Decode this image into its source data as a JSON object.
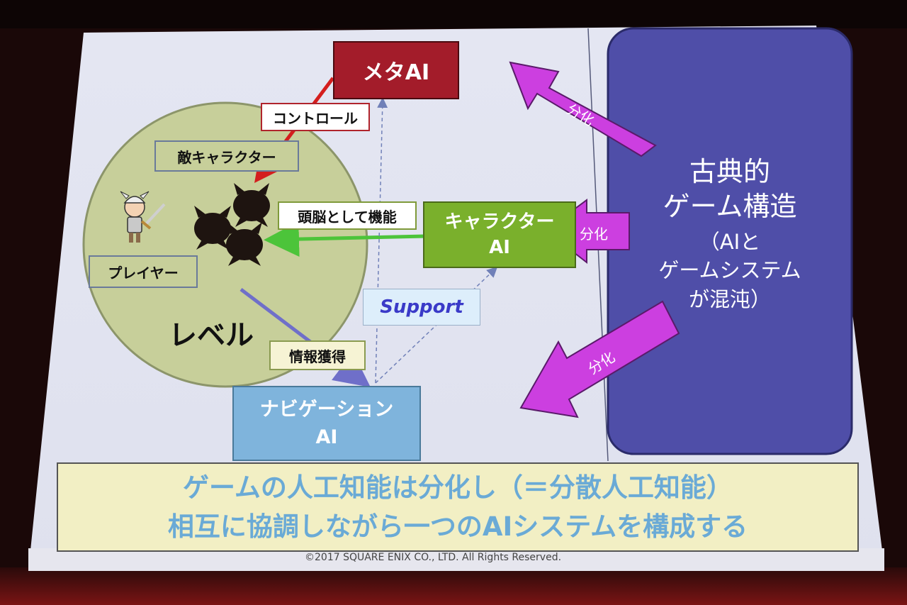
{
  "slide": {
    "meta_ai": "メタAI",
    "control_label": "コントロール",
    "enemy_character_label": "敵キャラクター",
    "brain_label": "頭脳として機能",
    "player_label": "プレイヤー",
    "level_label": "レベル",
    "character_ai": {
      "line1": "キャラクター",
      "line2": "AI"
    },
    "support_label": "Support",
    "info_label": "情報獲得",
    "navigation_ai": {
      "line1": "ナビゲーション",
      "line2": "AI"
    },
    "bunka_labels": [
      "分化",
      "分化",
      "分化"
    ],
    "classic": {
      "line1": "古典的",
      "line2": "ゲーム構造",
      "line3": "（AIと",
      "line4": "ゲームシステム",
      "line5": "が混沌）"
    },
    "conclusion": {
      "line1": "ゲームの人工知能は分化し（＝分散人工知能）",
      "line2": "相互に協調しながら一つのAIシステムを構成する"
    },
    "copyright": "©2017 SQUARE ENIX CO., LTD. All Rights Reserved."
  },
  "colors": {
    "meta_ai": "#a31c2a",
    "character_ai": "#7ab02c",
    "navigation_ai": "#7fb4dc",
    "classic_structure": "#4f4ea8",
    "bunka_arrow": "#cc3fe0",
    "level_circle": "#c7cf9a",
    "conclusion_bg": "#f2efc4",
    "conclusion_text": "#6aaad6"
  }
}
